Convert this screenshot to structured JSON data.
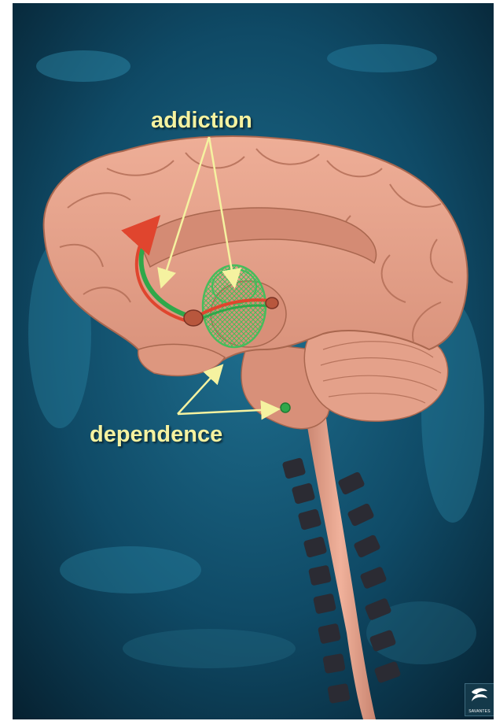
{
  "labels": {
    "addiction": "addiction",
    "dependence": "dependence"
  },
  "logo": {
    "text": "SAVANTES"
  },
  "colors": {
    "background": "#0d3b52",
    "brain": "#e6a08a",
    "brain_shadow": "#b87460",
    "label": "#f5f2a0",
    "arrow": "#f5f2a0",
    "pathway_red": "#e0452e",
    "pathway_green": "#2fa84a",
    "spine": "#2b2b33"
  },
  "icons": [
    "logo-icon"
  ]
}
